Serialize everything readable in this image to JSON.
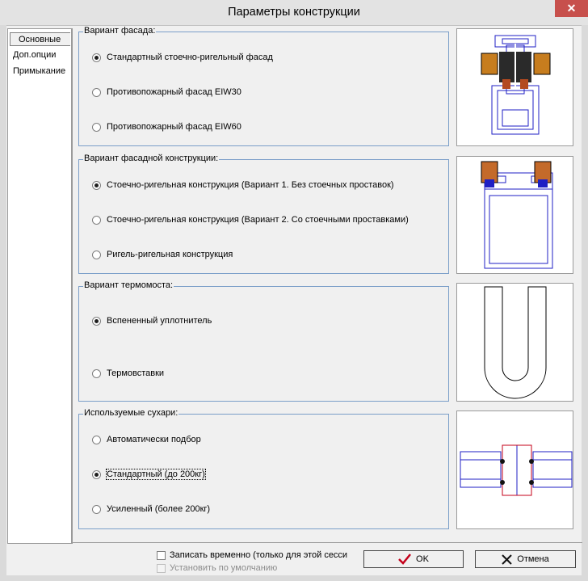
{
  "window": {
    "title": "Параметры конструкции",
    "close_glyph": "✕"
  },
  "tabs": [
    "Основные",
    "Доп.опции",
    "Примыкание"
  ],
  "groups": [
    {
      "title": "Вариант фасада:",
      "options": [
        {
          "label": "Стандартный стоечно-ригельный фасад",
          "checked": true
        },
        {
          "label": "Противопожарный фасад EIW30",
          "checked": false
        },
        {
          "label": "Противопожарный фасад EIW60",
          "checked": false
        }
      ]
    },
    {
      "title": "Вариант фасадной конструкции:",
      "options": [
        {
          "label": "Стоечно-ригельная конструкция (Вариант 1. Без стоечных проставок)",
          "checked": true
        },
        {
          "label": "Стоечно-ригельная конструкция (Вариант 2. Со стоечными проставками)",
          "checked": false
        },
        {
          "label": "Ригель-ригельная конструкция",
          "checked": false
        }
      ]
    },
    {
      "title": "Вариант термомоста:",
      "options": [
        {
          "label": "Вспененный уплотнитель",
          "checked": true
        },
        {
          "label": "Термовставки",
          "checked": false
        }
      ]
    },
    {
      "title": "Используемые сухари:",
      "options": [
        {
          "label": "Автоматически подбор",
          "checked": false
        },
        {
          "label": "Стандартный (до 200кг)",
          "checked": true
        },
        {
          "label": "Усиленный (более 200кг)",
          "checked": false
        }
      ]
    }
  ],
  "footer": {
    "save_temp": "Записать временно (только для этой сесси",
    "set_default": "Установить по умолчанию",
    "ok": "OK",
    "cancel": "Отмена"
  },
  "colors": {
    "accent": "#c4001a",
    "group_border": "#7a9ec8",
    "drawing_blue": "#1f1fc4"
  }
}
